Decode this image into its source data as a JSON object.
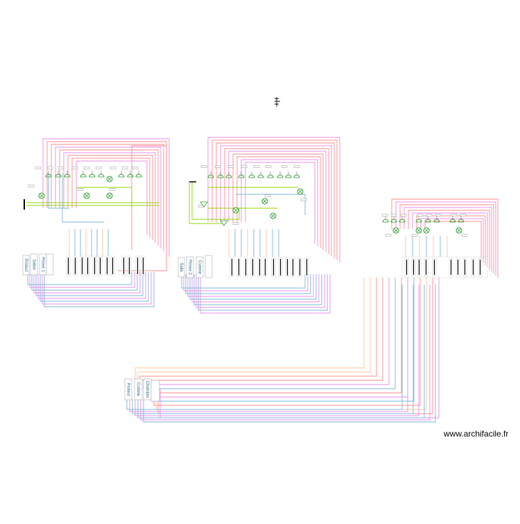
{
  "watermark": "www.archifacile.fr",
  "colors": {
    "red": "#ff8a8a",
    "pink": "#e88be8",
    "blue": "#7ab4da",
    "orange": "#f8c79a",
    "green": "#8fd400",
    "darkgreen": "#2f9d2f",
    "black": "#000000"
  },
  "boards": {
    "board1": {
      "modules": [
        "Protect",
        "Salon",
        "Prises 1"
      ]
    },
    "board2": {
      "modules": [
        "Salle",
        "Prises 2",
        "Cuisine"
      ]
    },
    "board4": {
      "modules": [
        "Protect",
        "Cuisine",
        "Chambre"
      ]
    }
  }
}
